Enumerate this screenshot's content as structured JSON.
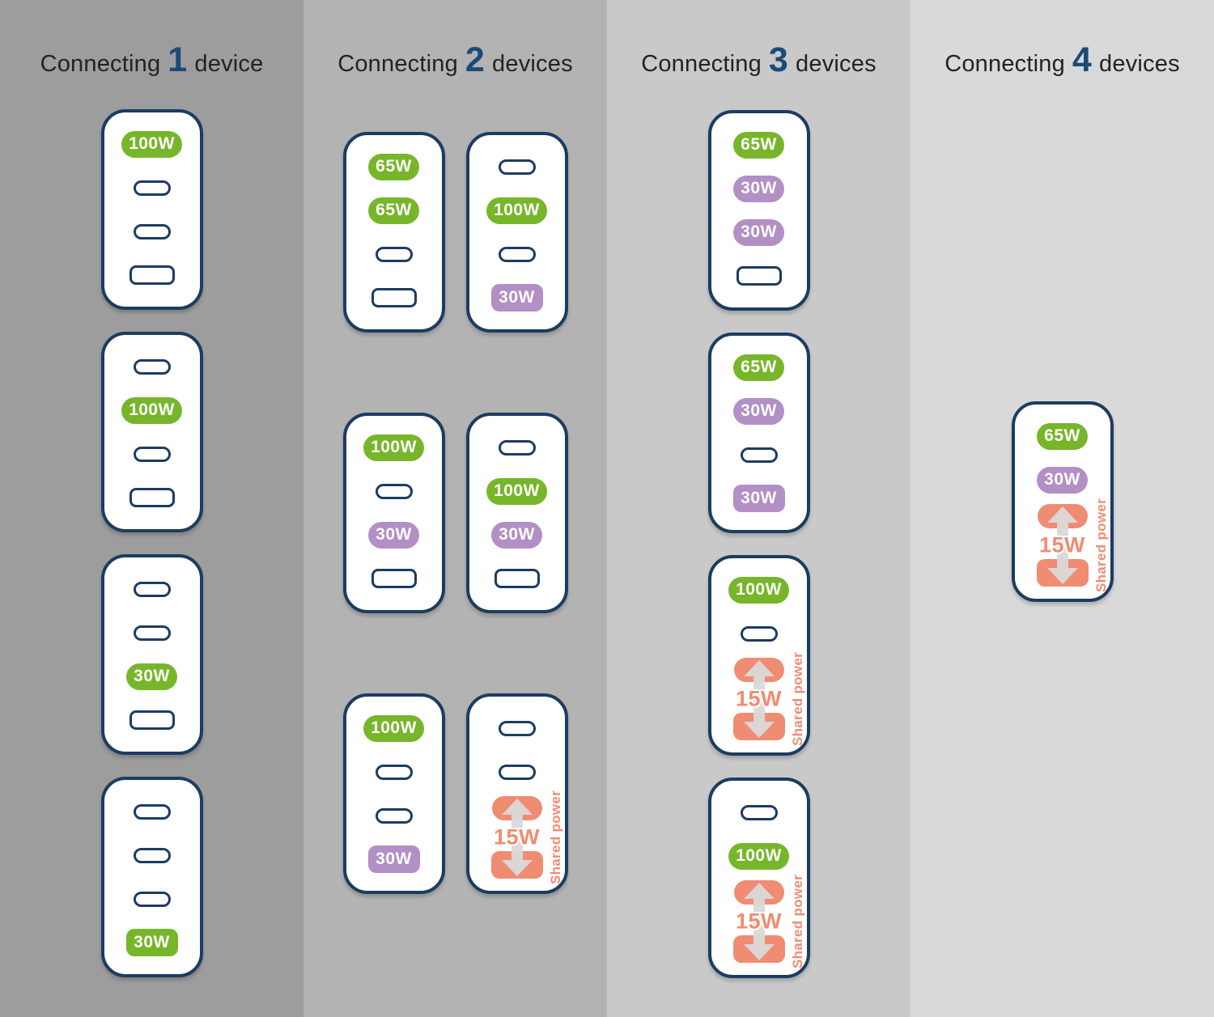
{
  "palette": {
    "green": "#77b62a",
    "purple": "#b28fc4",
    "orange": "#ef8c72",
    "navy": "#1c3c62",
    "header_number_blue": "#1a4a79",
    "header_text": "#232323",
    "arrow_gray": "#d9d9d9",
    "column_backgrounds": [
      "#9d9d9d",
      "#b3b3b3",
      "#c9c9c9",
      "#d9d9d9"
    ]
  },
  "columns": [
    {
      "header": {
        "prefix": "Connecting",
        "number": "1",
        "suffix": "device"
      },
      "background": "#9d9d9d",
      "rows": [
        [
          {
            "slots": [
              {
                "type": "usb-c",
                "state": "active",
                "color": "green",
                "label": "100W"
              },
              {
                "type": "usb-c",
                "state": "empty"
              },
              {
                "type": "usb-c",
                "state": "empty"
              },
              {
                "type": "usb-a",
                "state": "empty"
              }
            ]
          }
        ],
        [
          {
            "slots": [
              {
                "type": "usb-c",
                "state": "empty"
              },
              {
                "type": "usb-c",
                "state": "active",
                "color": "green",
                "label": "100W"
              },
              {
                "type": "usb-c",
                "state": "empty"
              },
              {
                "type": "usb-a",
                "state": "empty"
              }
            ]
          }
        ],
        [
          {
            "slots": [
              {
                "type": "usb-c",
                "state": "empty"
              },
              {
                "type": "usb-c",
                "state": "empty"
              },
              {
                "type": "usb-c",
                "state": "active",
                "color": "green",
                "label": "30W"
              },
              {
                "type": "usb-a",
                "state": "empty"
              }
            ]
          }
        ],
        [
          {
            "slots": [
              {
                "type": "usb-c",
                "state": "empty"
              },
              {
                "type": "usb-c",
                "state": "empty"
              },
              {
                "type": "usb-c",
                "state": "empty"
              },
              {
                "type": "usb-a",
                "state": "active",
                "color": "green",
                "label": "30W"
              }
            ]
          }
        ]
      ]
    },
    {
      "header": {
        "prefix": "Connecting",
        "number": "2",
        "suffix": "devices"
      },
      "background": "#b3b3b3",
      "rows": [
        [
          {
            "slots": [
              {
                "type": "usb-c",
                "state": "active",
                "color": "green",
                "label": "65W"
              },
              {
                "type": "usb-c",
                "state": "active",
                "color": "green",
                "label": "65W"
              },
              {
                "type": "usb-c",
                "state": "empty"
              },
              {
                "type": "usb-a",
                "state": "empty"
              }
            ]
          },
          {
            "slots": [
              {
                "type": "usb-c",
                "state": "empty"
              },
              {
                "type": "usb-c",
                "state": "active",
                "color": "green",
                "label": "100W"
              },
              {
                "type": "usb-c",
                "state": "empty"
              },
              {
                "type": "usb-a",
                "state": "active",
                "color": "purple",
                "label": "30W"
              }
            ]
          }
        ],
        [
          {
            "slots": [
              {
                "type": "usb-c",
                "state": "active",
                "color": "green",
                "label": "100W"
              },
              {
                "type": "usb-c",
                "state": "empty"
              },
              {
                "type": "usb-c",
                "state": "active",
                "color": "purple",
                "label": "30W"
              },
              {
                "type": "usb-a",
                "state": "empty"
              }
            ]
          },
          {
            "slots": [
              {
                "type": "usb-c",
                "state": "empty"
              },
              {
                "type": "usb-c",
                "state": "active",
                "color": "green",
                "label": "100W"
              },
              {
                "type": "usb-c",
                "state": "active",
                "color": "purple",
                "label": "30W"
              },
              {
                "type": "usb-a",
                "state": "empty"
              }
            ]
          }
        ],
        [
          {
            "slots": [
              {
                "type": "usb-c",
                "state": "active",
                "color": "green",
                "label": "100W"
              },
              {
                "type": "usb-c",
                "state": "empty"
              },
              {
                "type": "usb-c",
                "state": "empty"
              },
              {
                "type": "usb-a",
                "state": "active",
                "color": "purple",
                "label": "30W"
              }
            ]
          },
          {
            "slots": [
              {
                "type": "usb-c",
                "state": "empty"
              },
              {
                "type": "usb-c",
                "state": "empty"
              },
              {
                "type": "shared",
                "label": "15W",
                "side_label": "Shared power"
              }
            ]
          }
        ]
      ]
    },
    {
      "header": {
        "prefix": "Connecting",
        "number": "3",
        "suffix": "devices"
      },
      "background": "#c9c9c9",
      "rows": [
        [
          {
            "slots": [
              {
                "type": "usb-c",
                "state": "active",
                "color": "green",
                "label": "65W"
              },
              {
                "type": "usb-c",
                "state": "active",
                "color": "purple",
                "label": "30W"
              },
              {
                "type": "usb-c",
                "state": "active",
                "color": "purple",
                "label": "30W"
              },
              {
                "type": "usb-a",
                "state": "empty"
              }
            ]
          }
        ],
        [
          {
            "slots": [
              {
                "type": "usb-c",
                "state": "active",
                "color": "green",
                "label": "65W"
              },
              {
                "type": "usb-c",
                "state": "active",
                "color": "purple",
                "label": "30W"
              },
              {
                "type": "usb-c",
                "state": "empty"
              },
              {
                "type": "usb-a",
                "state": "active",
                "color": "purple",
                "label": "30W"
              }
            ]
          }
        ],
        [
          {
            "slots": [
              {
                "type": "usb-c",
                "state": "active",
                "color": "green",
                "label": "100W"
              },
              {
                "type": "usb-c",
                "state": "empty"
              },
              {
                "type": "shared",
                "label": "15W",
                "side_label": "Shared power"
              }
            ]
          }
        ],
        [
          {
            "slots": [
              {
                "type": "usb-c",
                "state": "empty"
              },
              {
                "type": "usb-c",
                "state": "active",
                "color": "green",
                "label": "100W"
              },
              {
                "type": "shared",
                "label": "15W",
                "side_label": "Shared power"
              }
            ]
          }
        ]
      ]
    },
    {
      "header": {
        "prefix": "Connecting",
        "number": "4",
        "suffix": "devices"
      },
      "background": "#d9d9d9",
      "rows": [
        [
          {
            "slots": [
              {
                "type": "usb-c",
                "state": "active",
                "color": "green",
                "label": "65W"
              },
              {
                "type": "usb-c",
                "state": "active",
                "color": "purple",
                "label": "30W"
              },
              {
                "type": "shared",
                "label": "15W",
                "side_label": "Shared power"
              }
            ]
          }
        ]
      ]
    }
  ]
}
